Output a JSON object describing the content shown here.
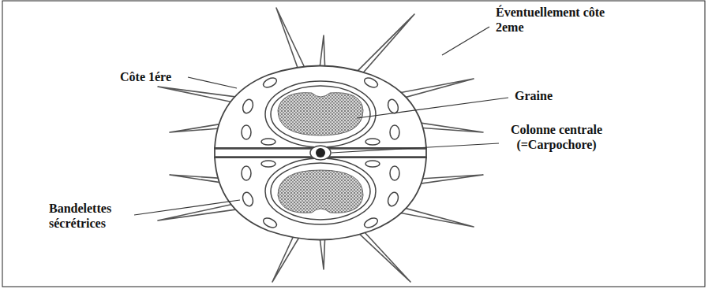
{
  "diagram": {
    "labels": [
      "Éventuellement côte 2eme",
      "Côte 1ére",
      "Graine",
      "Colonne centrale (=Carpochore)",
      "Bandelettes sécrétrices"
    ]
  }
}
